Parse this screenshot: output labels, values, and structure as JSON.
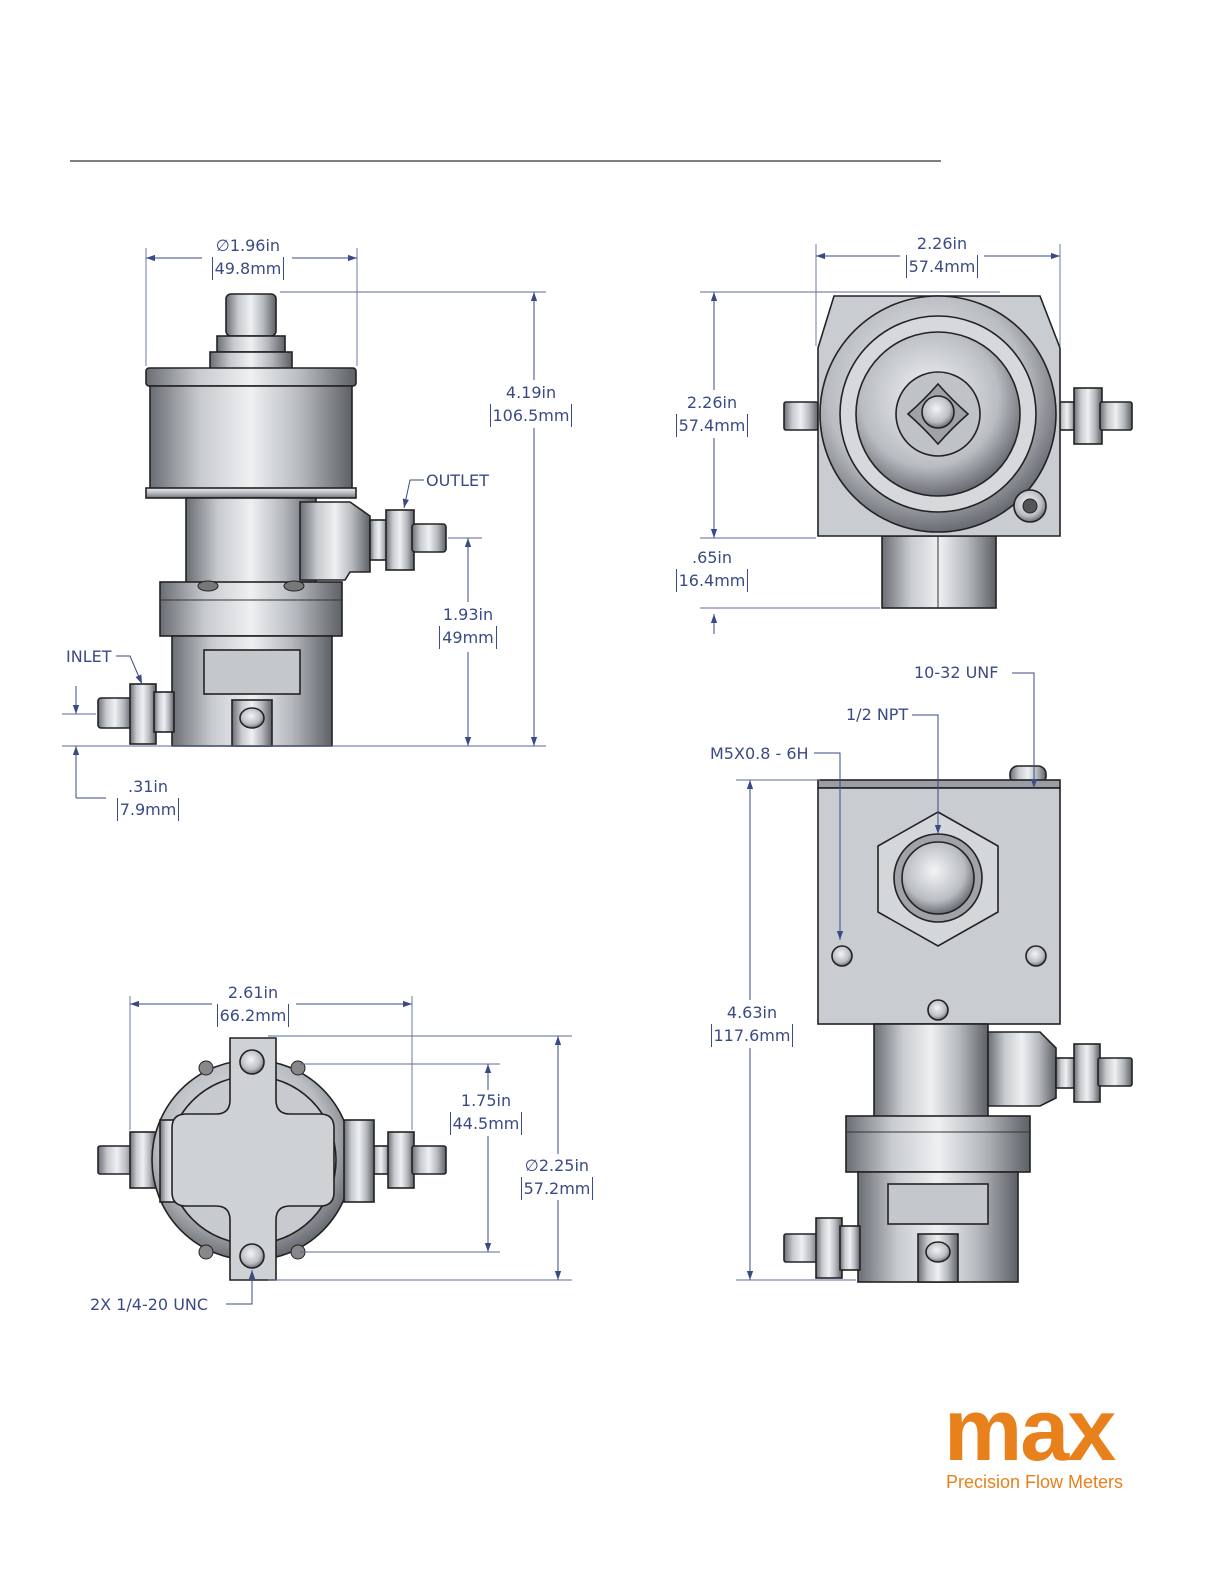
{
  "dims": {
    "front_diameter": {
      "in": "∅1.96in",
      "mm": "49.8mm"
    },
    "front_height": {
      "in": "4.19in",
      "mm": "106.5mm"
    },
    "outlet_height": {
      "in": "1.93in",
      "mm": "49mm"
    },
    "inlet_offset": {
      "in": ".31in",
      "mm": "7.9mm"
    },
    "top_width": {
      "in": "2.26in",
      "mm": "57.4mm"
    },
    "top_height": {
      "in": "2.26in",
      "mm": "57.4mm"
    },
    "top_offset": {
      "in": ".65in",
      "mm": "16.4mm"
    },
    "bottom_width": {
      "in": "2.61in",
      "mm": "66.2mm"
    },
    "bottom_height": {
      "in": "1.75in",
      "mm": "44.5mm"
    },
    "bottom_diameter": {
      "in": "∅2.25in",
      "mm": "57.2mm"
    },
    "side_height": {
      "in": "4.63in",
      "mm": "117.6mm"
    }
  },
  "callouts": {
    "outlet": "OUTLET",
    "inlet": "INLET",
    "thread_unf": "10-32 UNF",
    "thread_npt": "1/2 NPT",
    "thread_m5": "M5X0.8 - 6H",
    "mount_holes": "2X  1/4-20 UNC"
  },
  "logo": {
    "wordmark": "max",
    "tagline": "Precision Flow Meters",
    "color": "#e8801c"
  },
  "colors": {
    "dimension": "#3a4a86",
    "metal_light": "#d9dcdf",
    "metal_mid": "#a9adb2",
    "metal_dark": "#5e6268"
  }
}
